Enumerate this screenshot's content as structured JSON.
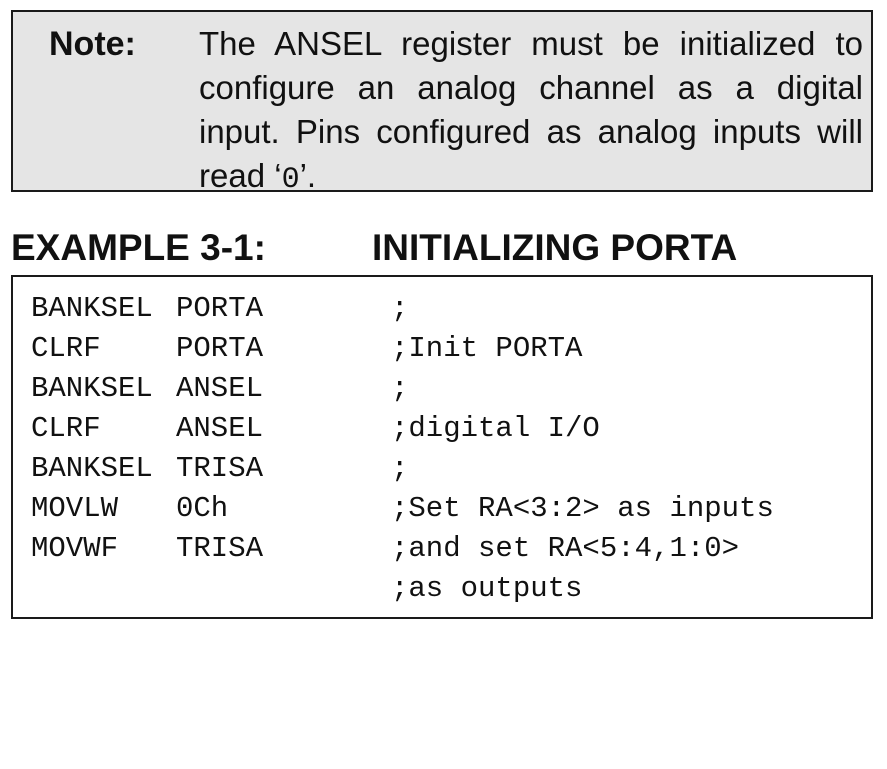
{
  "note": {
    "label": "Note:",
    "lines": [
      "The ANSEL register must be initialized to",
      "configure an analog channel as a digital",
      "input. Pins configured as analog inputs will",
      "read ‘"
    ],
    "zero": "0",
    "end": "’."
  },
  "example": {
    "number": "EXAMPLE 3-1:",
    "title": "INITIALIZING PORTA"
  },
  "code": [
    {
      "op": "BANKSEL",
      "arg": "PORTA",
      "comment": ";"
    },
    {
      "op": "CLRF",
      "arg": "PORTA",
      "comment": ";Init PORTA"
    },
    {
      "op": "BANKSEL",
      "arg": "ANSEL",
      "comment": ";"
    },
    {
      "op": "CLRF",
      "arg": "ANSEL",
      "comment": ";digital I/O"
    },
    {
      "op": "BANKSEL",
      "arg": "TRISA",
      "comment": ";"
    },
    {
      "op": "MOVLW",
      "arg": "0Ch",
      "comment": ";Set RA<3:2> as inputs"
    },
    {
      "op": "MOVWF",
      "arg": "TRISA",
      "comment": ";and set RA<5:4,1:0>"
    },
    {
      "op": "",
      "arg": "",
      "comment": ";as outputs"
    }
  ]
}
